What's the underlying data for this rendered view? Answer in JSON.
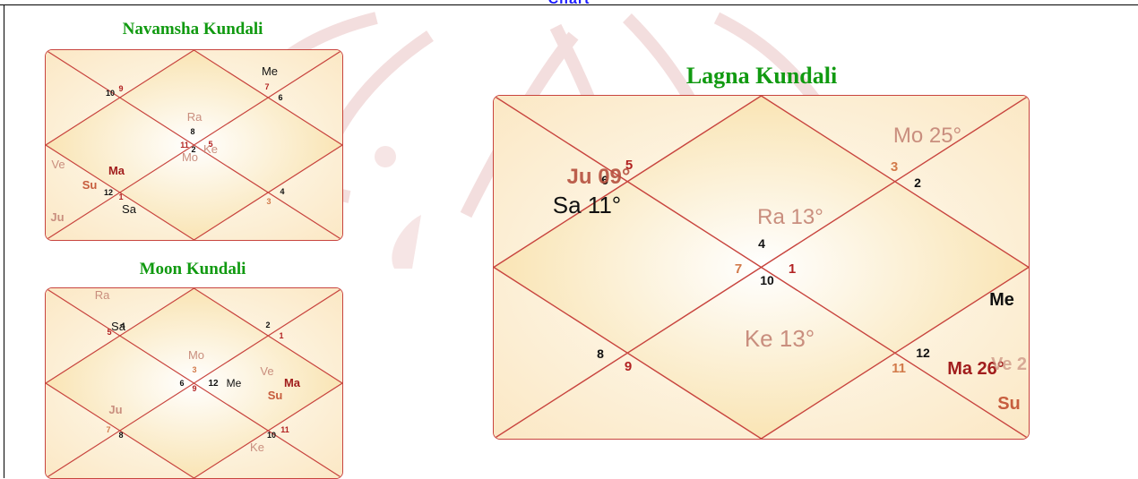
{
  "page": {
    "cut_title": "Chart",
    "colors": {
      "title_green": "#119a11",
      "frame_red": "#c8443e",
      "sign_red": "#b22222",
      "faded": "#c98e7e",
      "planet_dark": "#111111",
      "planet_red": "#a11d1d",
      "link_blue": "#1a1aff"
    }
  },
  "navamsha": {
    "title": "Navamsha Kundali",
    "signs": {
      "h1": "8",
      "h2": "11",
      "h3": "10",
      "h4": "9",
      "h5": "7",
      "h6": "6",
      "h7": "2",
      "h8": "5",
      "h9": "1",
      "h10": "12",
      "h11": "4",
      "h12": "3"
    },
    "planets": {
      "ra": "Ra",
      "me": "Me",
      "ve": "Ve",
      "ma": "Ma",
      "su": "Su",
      "ju": "Ju",
      "sa": "Sa",
      "mo": "Mo",
      "ke": "Ke"
    }
  },
  "moon": {
    "title": "Moon Kundali",
    "signs": {
      "a": "4",
      "b": "5",
      "c": "2",
      "d": "1",
      "e": "3",
      "f": "6",
      "g": "9",
      "h": "12",
      "i": "7",
      "j": "8",
      "k": "10",
      "l": "11"
    },
    "planets": {
      "ra": "Ra",
      "sa": "Sa",
      "mo": "Mo",
      "me": "Me",
      "ve": "Ve",
      "ma": "Ma",
      "su": "Su",
      "ju": "Ju",
      "ke": "Ke"
    }
  },
  "lagna": {
    "title": "Lagna Kundali",
    "signs": {
      "a": "5",
      "b": "6",
      "c": "3",
      "d": "2",
      "e": "4",
      "f": "7",
      "g": "1",
      "h": "10",
      "i": "8",
      "j": "9",
      "k": "12",
      "l": "11"
    },
    "planets": {
      "mo": "Mo 25°",
      "ju": "Ju 09°",
      "sa": "Sa 11°",
      "ra": "Ra 13°",
      "ke": "Ke 13°",
      "me": "Me",
      "ma": "Ma 26°",
      "su": "Su",
      "overlap": "Ve 2"
    }
  }
}
